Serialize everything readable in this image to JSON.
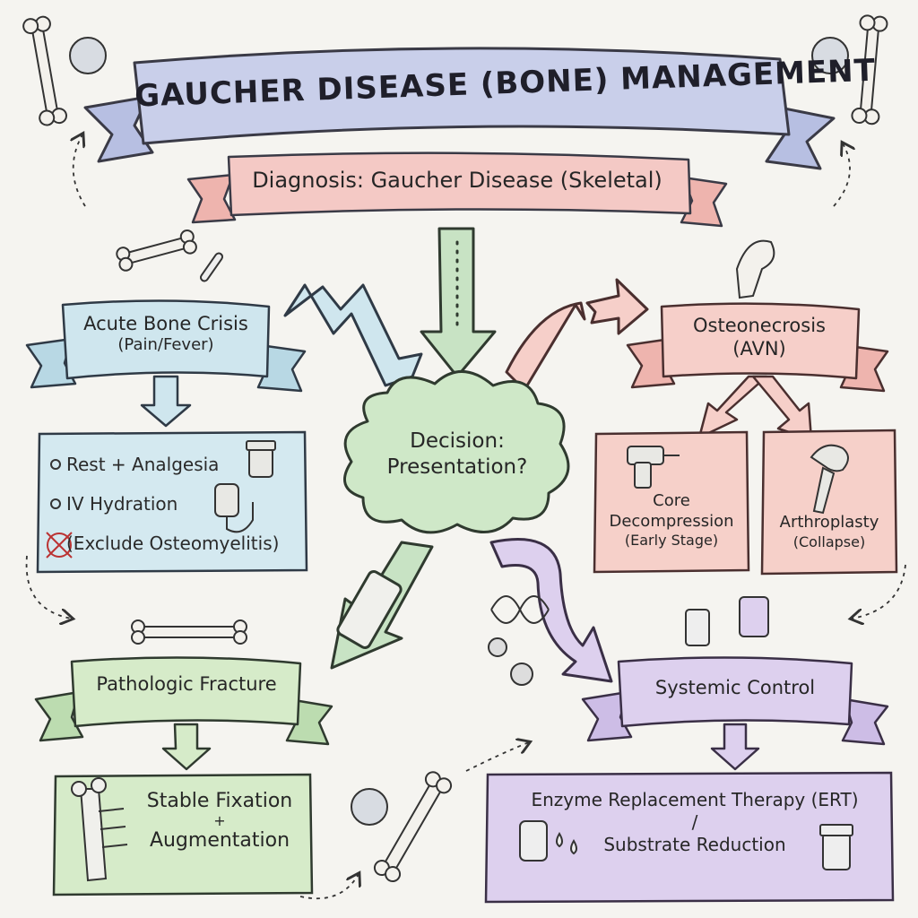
{
  "title": "GAUCHER DISEASE (BONE) MANAGEMENT",
  "diagnosis": "Diagnosis: Gaucher Disease (Skeletal)",
  "decision": {
    "line1": "Decision:",
    "line2": "Presentation?"
  },
  "acute": {
    "line1": "Acute Bone Crisis",
    "line2": "(Pain/Fever)",
    "items": [
      "Rest + Analgesia",
      "IV Hydration",
      "(Exclude Osteomyelitis)"
    ]
  },
  "osteonecrosis": {
    "line1": "Osteonecrosis",
    "line2": "(AVN)",
    "core": {
      "line1": "Core",
      "line2": "Decompression",
      "line3": "(Early Stage)"
    },
    "arthroplasty": {
      "line1": "Arthroplasty",
      "line2": "(Collapse)"
    }
  },
  "fracture": {
    "label": "Pathologic Fracture",
    "treatment": {
      "line1": "Stable Fixation",
      "line2": "+",
      "line3": "Augmentation"
    }
  },
  "systemic": {
    "label": "Systemic Control",
    "treatment": {
      "line1": "Enzyme Replacement Therapy (ERT)",
      "line2": "/",
      "line3": "Substrate Reduction"
    }
  },
  "colors": {
    "background": "#f5f4f0",
    "title_ribbon": "#c9cfea",
    "diagnosis_ribbon": "#f4c9c5",
    "blue": "#cfe6ee",
    "red": "#f6cfc9",
    "green": "#d6ebc9",
    "purple": "#ddd0ee",
    "ink": "#2a2a2a"
  }
}
